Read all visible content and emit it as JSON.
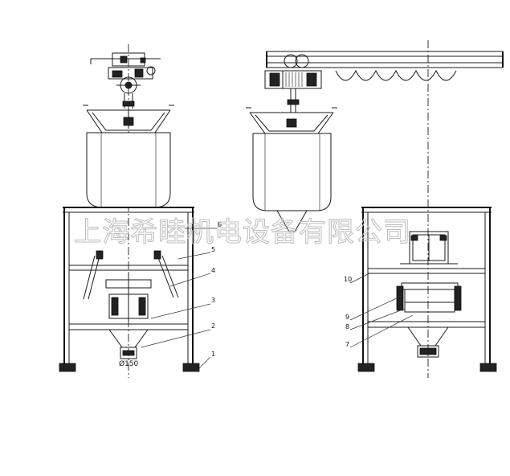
{
  "watermark": "上海希睦机电设备有限公司",
  "dimension_label": "Ø150",
  "callouts_left": [
    "6",
    "5",
    "4",
    "3",
    "2",
    "1"
  ],
  "callouts_right": [
    "10",
    "9",
    "8",
    "7"
  ],
  "colors": {
    "line": "#1a1a1a",
    "watermark": "#bdbdbd",
    "background": "#ffffff"
  }
}
